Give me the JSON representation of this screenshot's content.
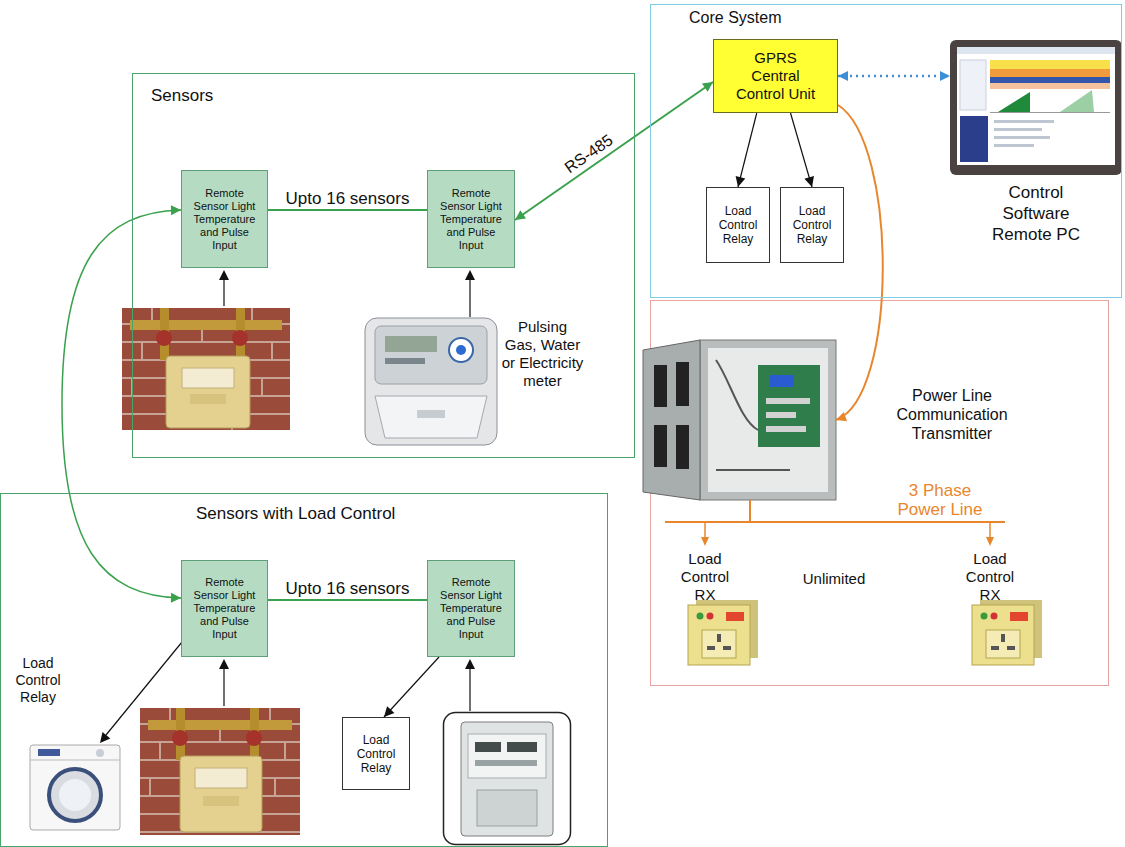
{
  "diagram": {
    "nodes": [
      {
        "text": [
          "Sensors"
        ]
      },
      {
        "text": [
          "Remote Sensor Light Temperature and Pulse Input"
        ],
        "in": 0
      },
      {
        "text": [
          "Remote Sensor Light Temperature and Pulse Input"
        ],
        "in": 0
      },
      {
        "text": [
          "Core System"
        ]
      },
      {
        "text": [
          "GPRS Central Control Unit"
        ],
        "in": 3
      },
      {
        "text": [
          "Load Control Relay"
        ],
        "in": 3
      },
      {
        "text": [
          "Load Control Relay"
        ],
        "in": 3
      },
      {
        "text": [
          "Control Software Remote PC"
        ],
        "in": 3
      },
      {
        "text": [
          "Power Line Communication Transmitter"
        ]
      },
      {
        "text": [
          "Sensors with Load Control"
        ]
      },
      {
        "text": [
          "Remote Sensor Light Temperature and Pulse Input"
        ],
        "in": 9
      },
      {
        "text": [
          "Remote Sensor Light Temperature and Pulse Input"
        ],
        "in": 9
      },
      {
        "text": [
          "Load Control Relay"
        ],
        "in": 9
      }
    ],
    "edges": [
      {
        "from": 1,
        "to": 2,
        "arrow": "none",
        "label": "Upto 16 sensors"
      },
      {
        "from": 4,
        "to": 2,
        "arrow": "both",
        "label": "RS-485"
      },
      {
        "from": 4,
        "to": 7,
        "arrow": "both"
      },
      {
        "from": 4,
        "to": 5,
        "arrow": "to"
      },
      {
        "from": 4,
        "to": 6,
        "arrow": "to"
      },
      {
        "from": 4,
        "to": 8,
        "arrow": "to"
      },
      {
        "from": 1,
        "to": 10,
        "arrow": "both"
      },
      {
        "from": 10,
        "to": 11,
        "arrow": "none",
        "label": "Upto 16 sensors"
      },
      {
        "from": 11,
        "to": 12,
        "arrow": "to"
      }
    ],
    "labels": [
      "Pulsing Gas, Water or Electricity meter",
      "3 Phase Power Line",
      "Load Control RX",
      "Unlimited",
      "Load Control RX",
      "Load Control Relay"
    ]
  }
}
